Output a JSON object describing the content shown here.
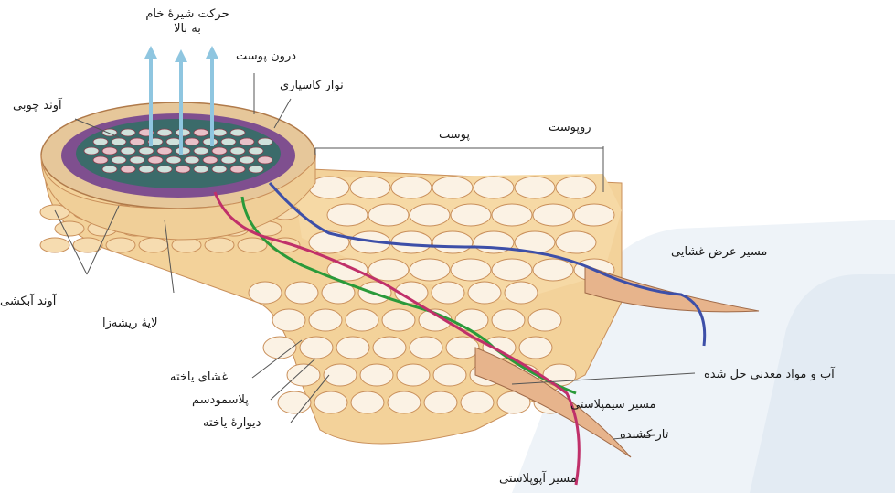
{
  "labels": {
    "sap_up_line1": "حرکت شیرهٔ خام",
    "sap_up_line2": "به بالا",
    "endodermis": "درون پوست",
    "casparian": "نوار کاسپاری",
    "xylem": "آوند چوبی",
    "cortex": "پوست",
    "epidermis": "روپوست",
    "transmembrane": "مسیر عرض غشایی",
    "phloem": "آوند آبکشی",
    "pericycle": "لایهٔ ریشه‌زا",
    "water_minerals": "آب و مواد معدنی حل شده",
    "cell_membrane": "غشای یاخته",
    "plasmodesma": "پلاسمودسم",
    "symplast": "مسیر سیمپلاستی",
    "cell_wall": "دیوارهٔ یاخته",
    "root_hair": "تار کشنده",
    "apoplast": "مسیر آپوپلاستی"
  },
  "colors": {
    "symplast_path": "#2a9a3a",
    "apoplast_path": "#c0306a",
    "transmembrane_path": "#3d4fa8",
    "arrow": "#8fc6e0",
    "cell_fill": "#fbf2e4",
    "cell_edge": "#c98f5a",
    "wall_gap": "#f2c98a",
    "background_shape": "#e8eef5"
  }
}
